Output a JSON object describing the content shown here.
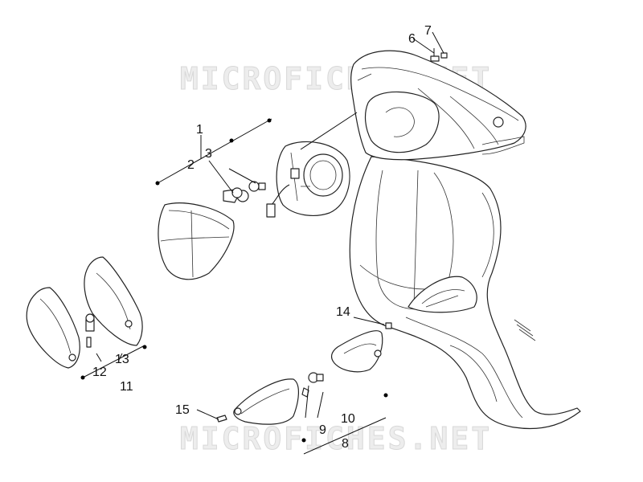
{
  "watermark": "MICROFICHES.NET",
  "callouts": {
    "c1": "1",
    "c2": "2",
    "c3": "3",
    "c6": "6",
    "c7": "7",
    "c8": "8",
    "c9": "9",
    "c10": "10",
    "c11": "11",
    "c12": "12",
    "c13": "13",
    "c14": "14",
    "c15": "15"
  }
}
